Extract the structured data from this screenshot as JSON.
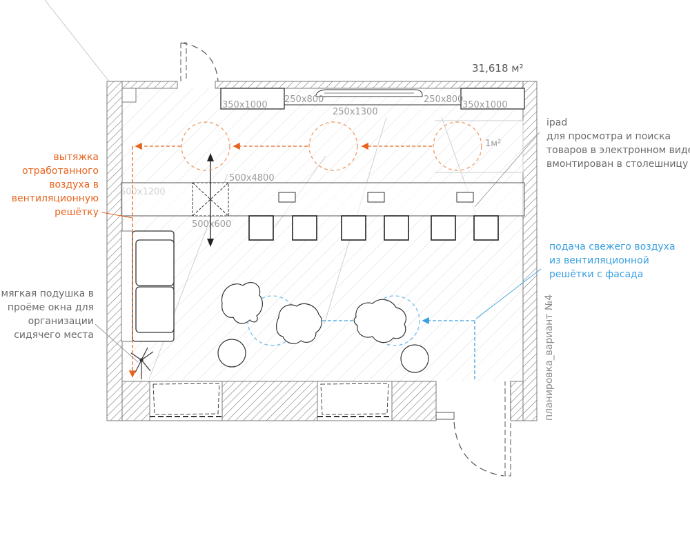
{
  "area_label": "31,618 м²",
  "dimensions": {
    "top_left_cabinet": "350x1000",
    "top_left_shelf": "250x800",
    "top_center_display": "250x1300",
    "top_right_shelf": "250x800",
    "top_right_cabinet": "350x1000",
    "counter": "500x4800",
    "side_counter": "500x1200",
    "column": "500x600",
    "ipad_zone": "1м²"
  },
  "annotations": {
    "ipad_title": "ipad",
    "ipad_lines": [
      "для просмотра и поиска",
      "товаров в электронном виде",
      "вмонтирован в столешницу"
    ],
    "exhaust_lines": [
      "вытяжка",
      "отработанного",
      "воздуха в",
      "вентиляционную",
      "решётку"
    ],
    "supply_lines": [
      "подача свежего воздуха",
      "из вентиляционной",
      "решётки с фасада"
    ],
    "cushion_lines": [
      "мягкая подушка в",
      "проёме окна для",
      "организации",
      "сидячего места"
    ]
  },
  "plan_label": "планировка_вариант №4",
  "colors": {
    "wall_hatch": "#8a8a8a",
    "floor_hatch": "#d8d8d8",
    "furniture": "#333333",
    "exhaust": "#e8641e",
    "supply": "#3aa0e0",
    "annotation": "#6a6a6a"
  }
}
